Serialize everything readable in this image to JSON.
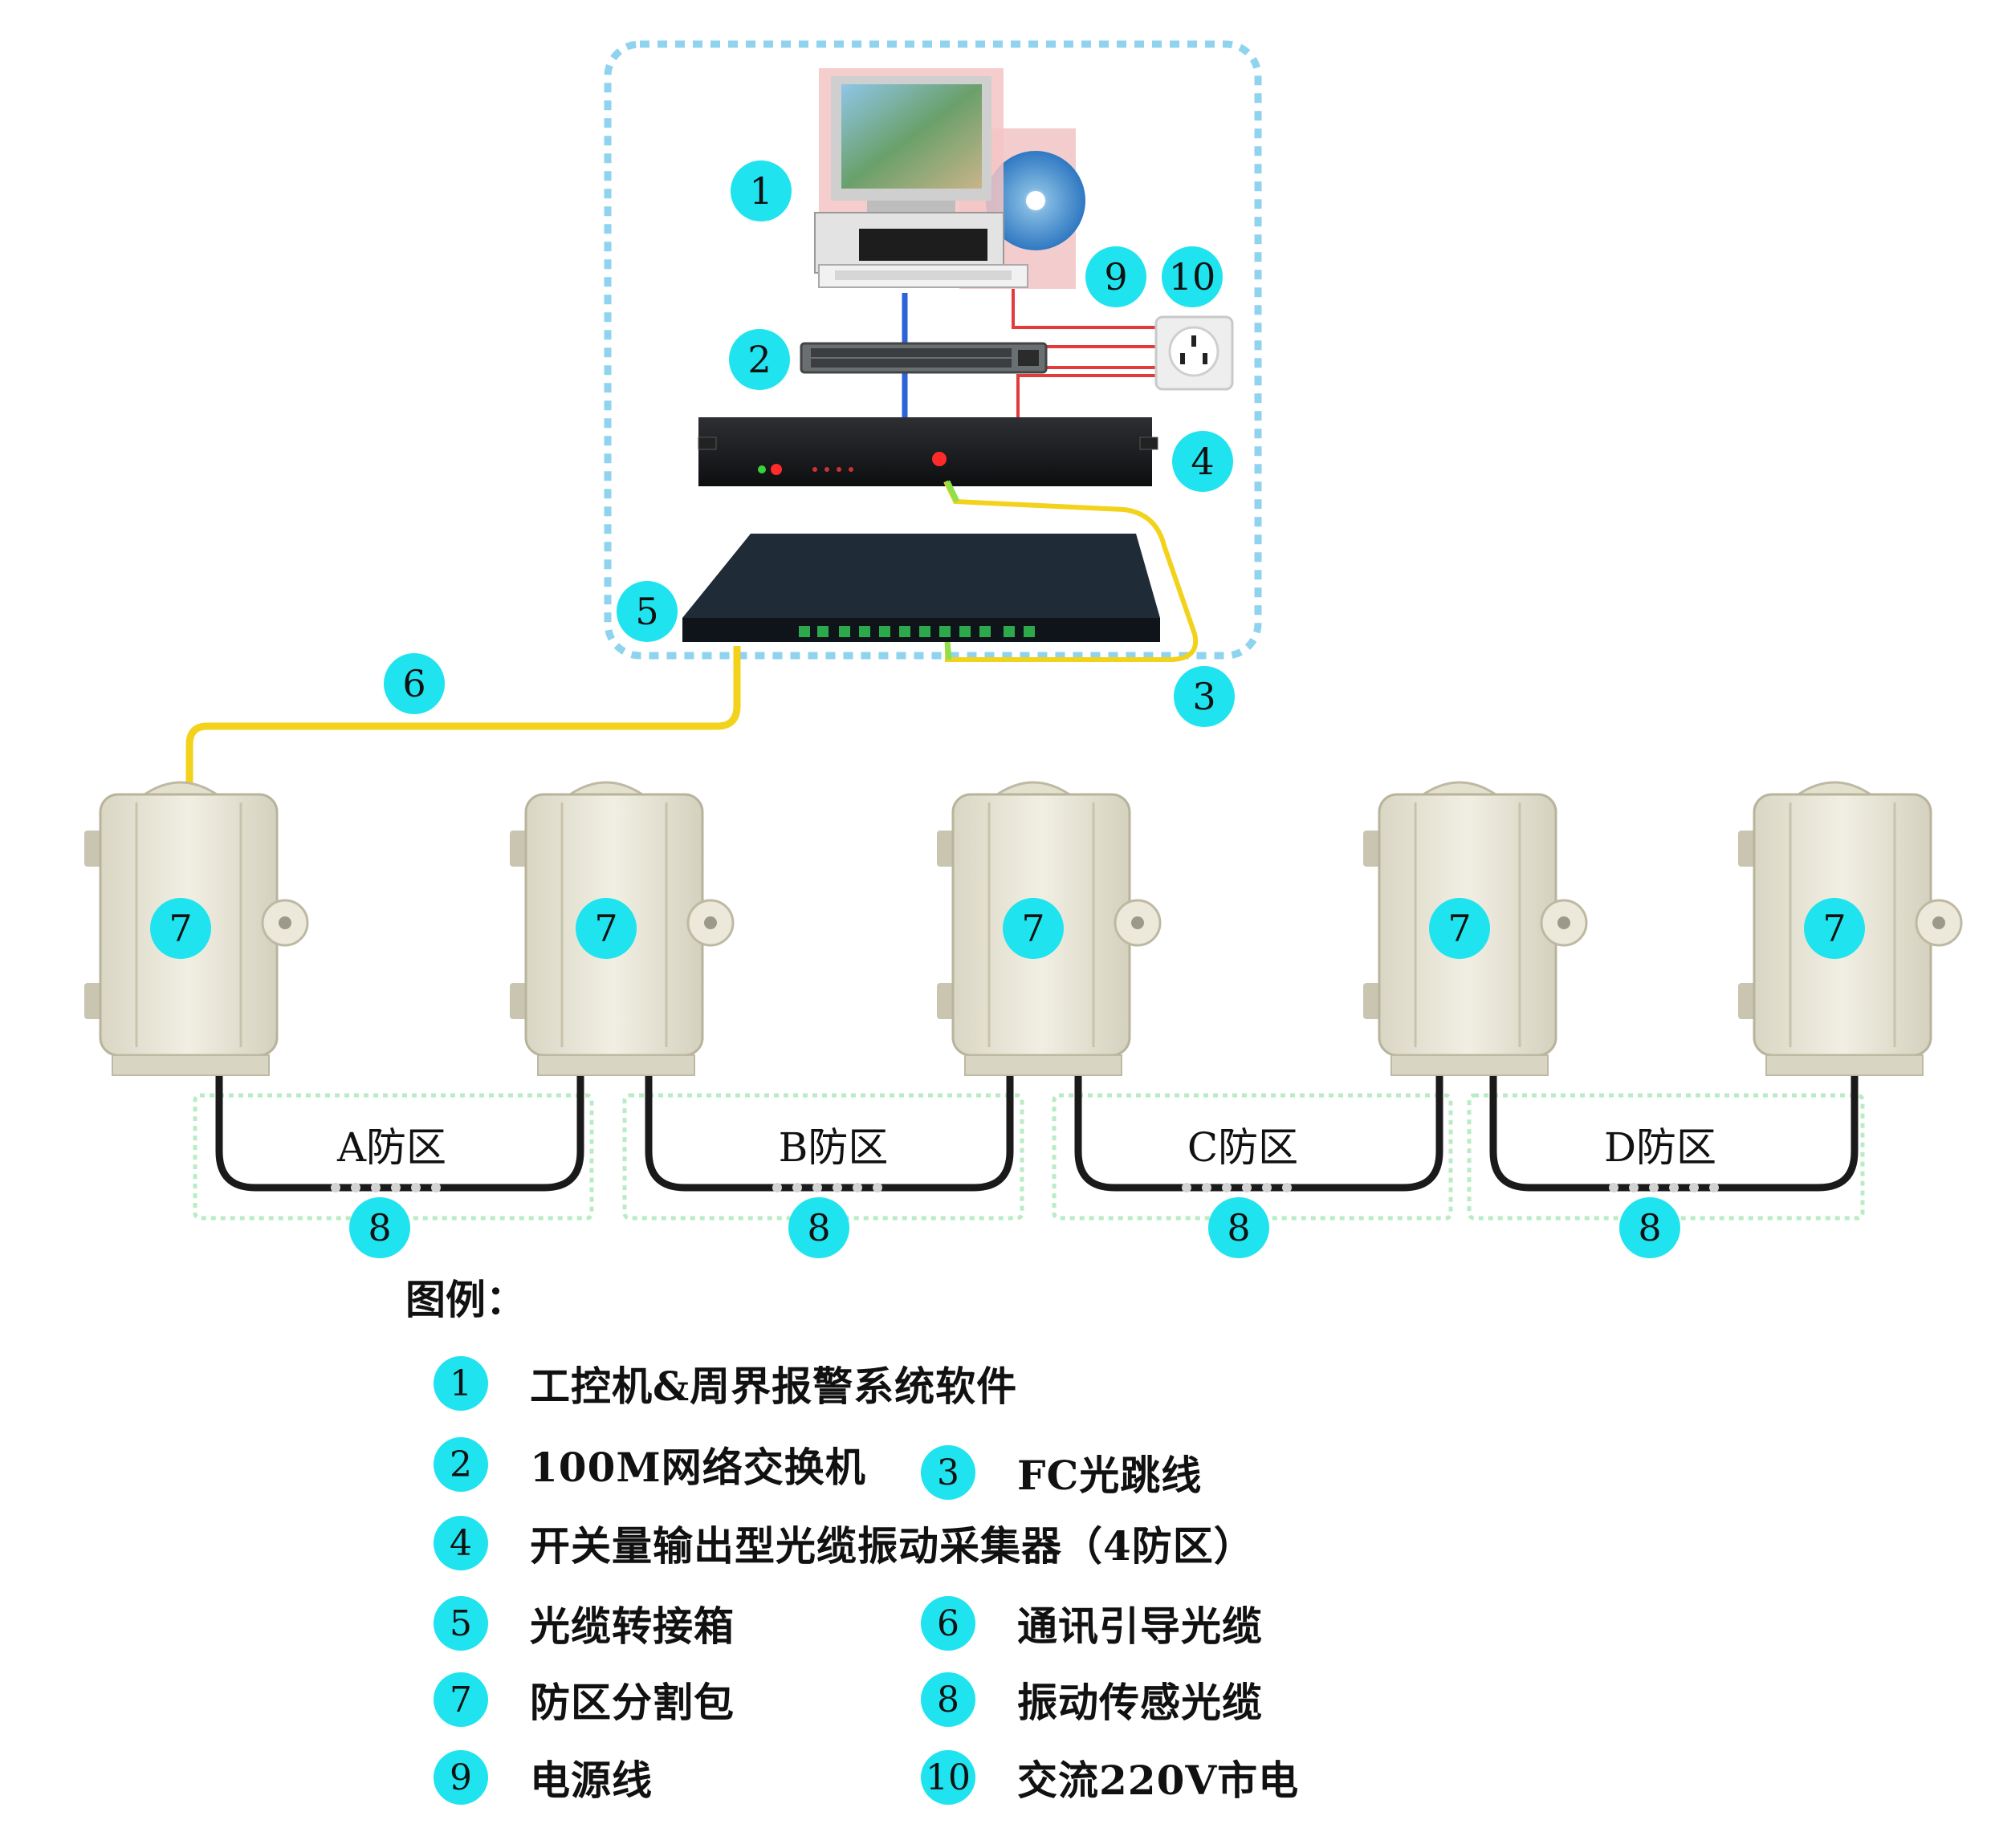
{
  "colors": {
    "badge": "#1fe3ee",
    "dashed_frame": "#8fd3ef",
    "fiber_yellow": "#f2d21a",
    "network_blue": "#2d63d8",
    "power_red": "#e23b3b",
    "sensor_cable": "#1a1a1a",
    "zone_frame": "#b9ecc4"
  },
  "badges": {
    "b1": "1",
    "b2": "2",
    "b3": "3",
    "b4": "4",
    "b5": "5",
    "b6": "6",
    "b7": "7",
    "b8": "8",
    "b9": "9",
    "b10": "10"
  },
  "zones": [
    "A防区",
    "B防区",
    "C防区",
    "D防区"
  ],
  "legend": {
    "title": "图例：",
    "items": [
      {
        "num": "1",
        "text": "工控机&周界报警系统软件"
      },
      {
        "num": "2",
        "text": "100M网络交换机"
      },
      {
        "num": "3",
        "text": "FC光跳线"
      },
      {
        "num": "4",
        "text": "开关量输出型光缆振动采集器（4防区）"
      },
      {
        "num": "5",
        "text": "光缆转接箱"
      },
      {
        "num": "6",
        "text": "通讯引导光缆"
      },
      {
        "num": "7",
        "text": "防区分割包"
      },
      {
        "num": "8",
        "text": "振动传感光缆"
      },
      {
        "num": "9",
        "text": "电源线"
      },
      {
        "num": "10",
        "text": "交流220V市电"
      }
    ]
  }
}
